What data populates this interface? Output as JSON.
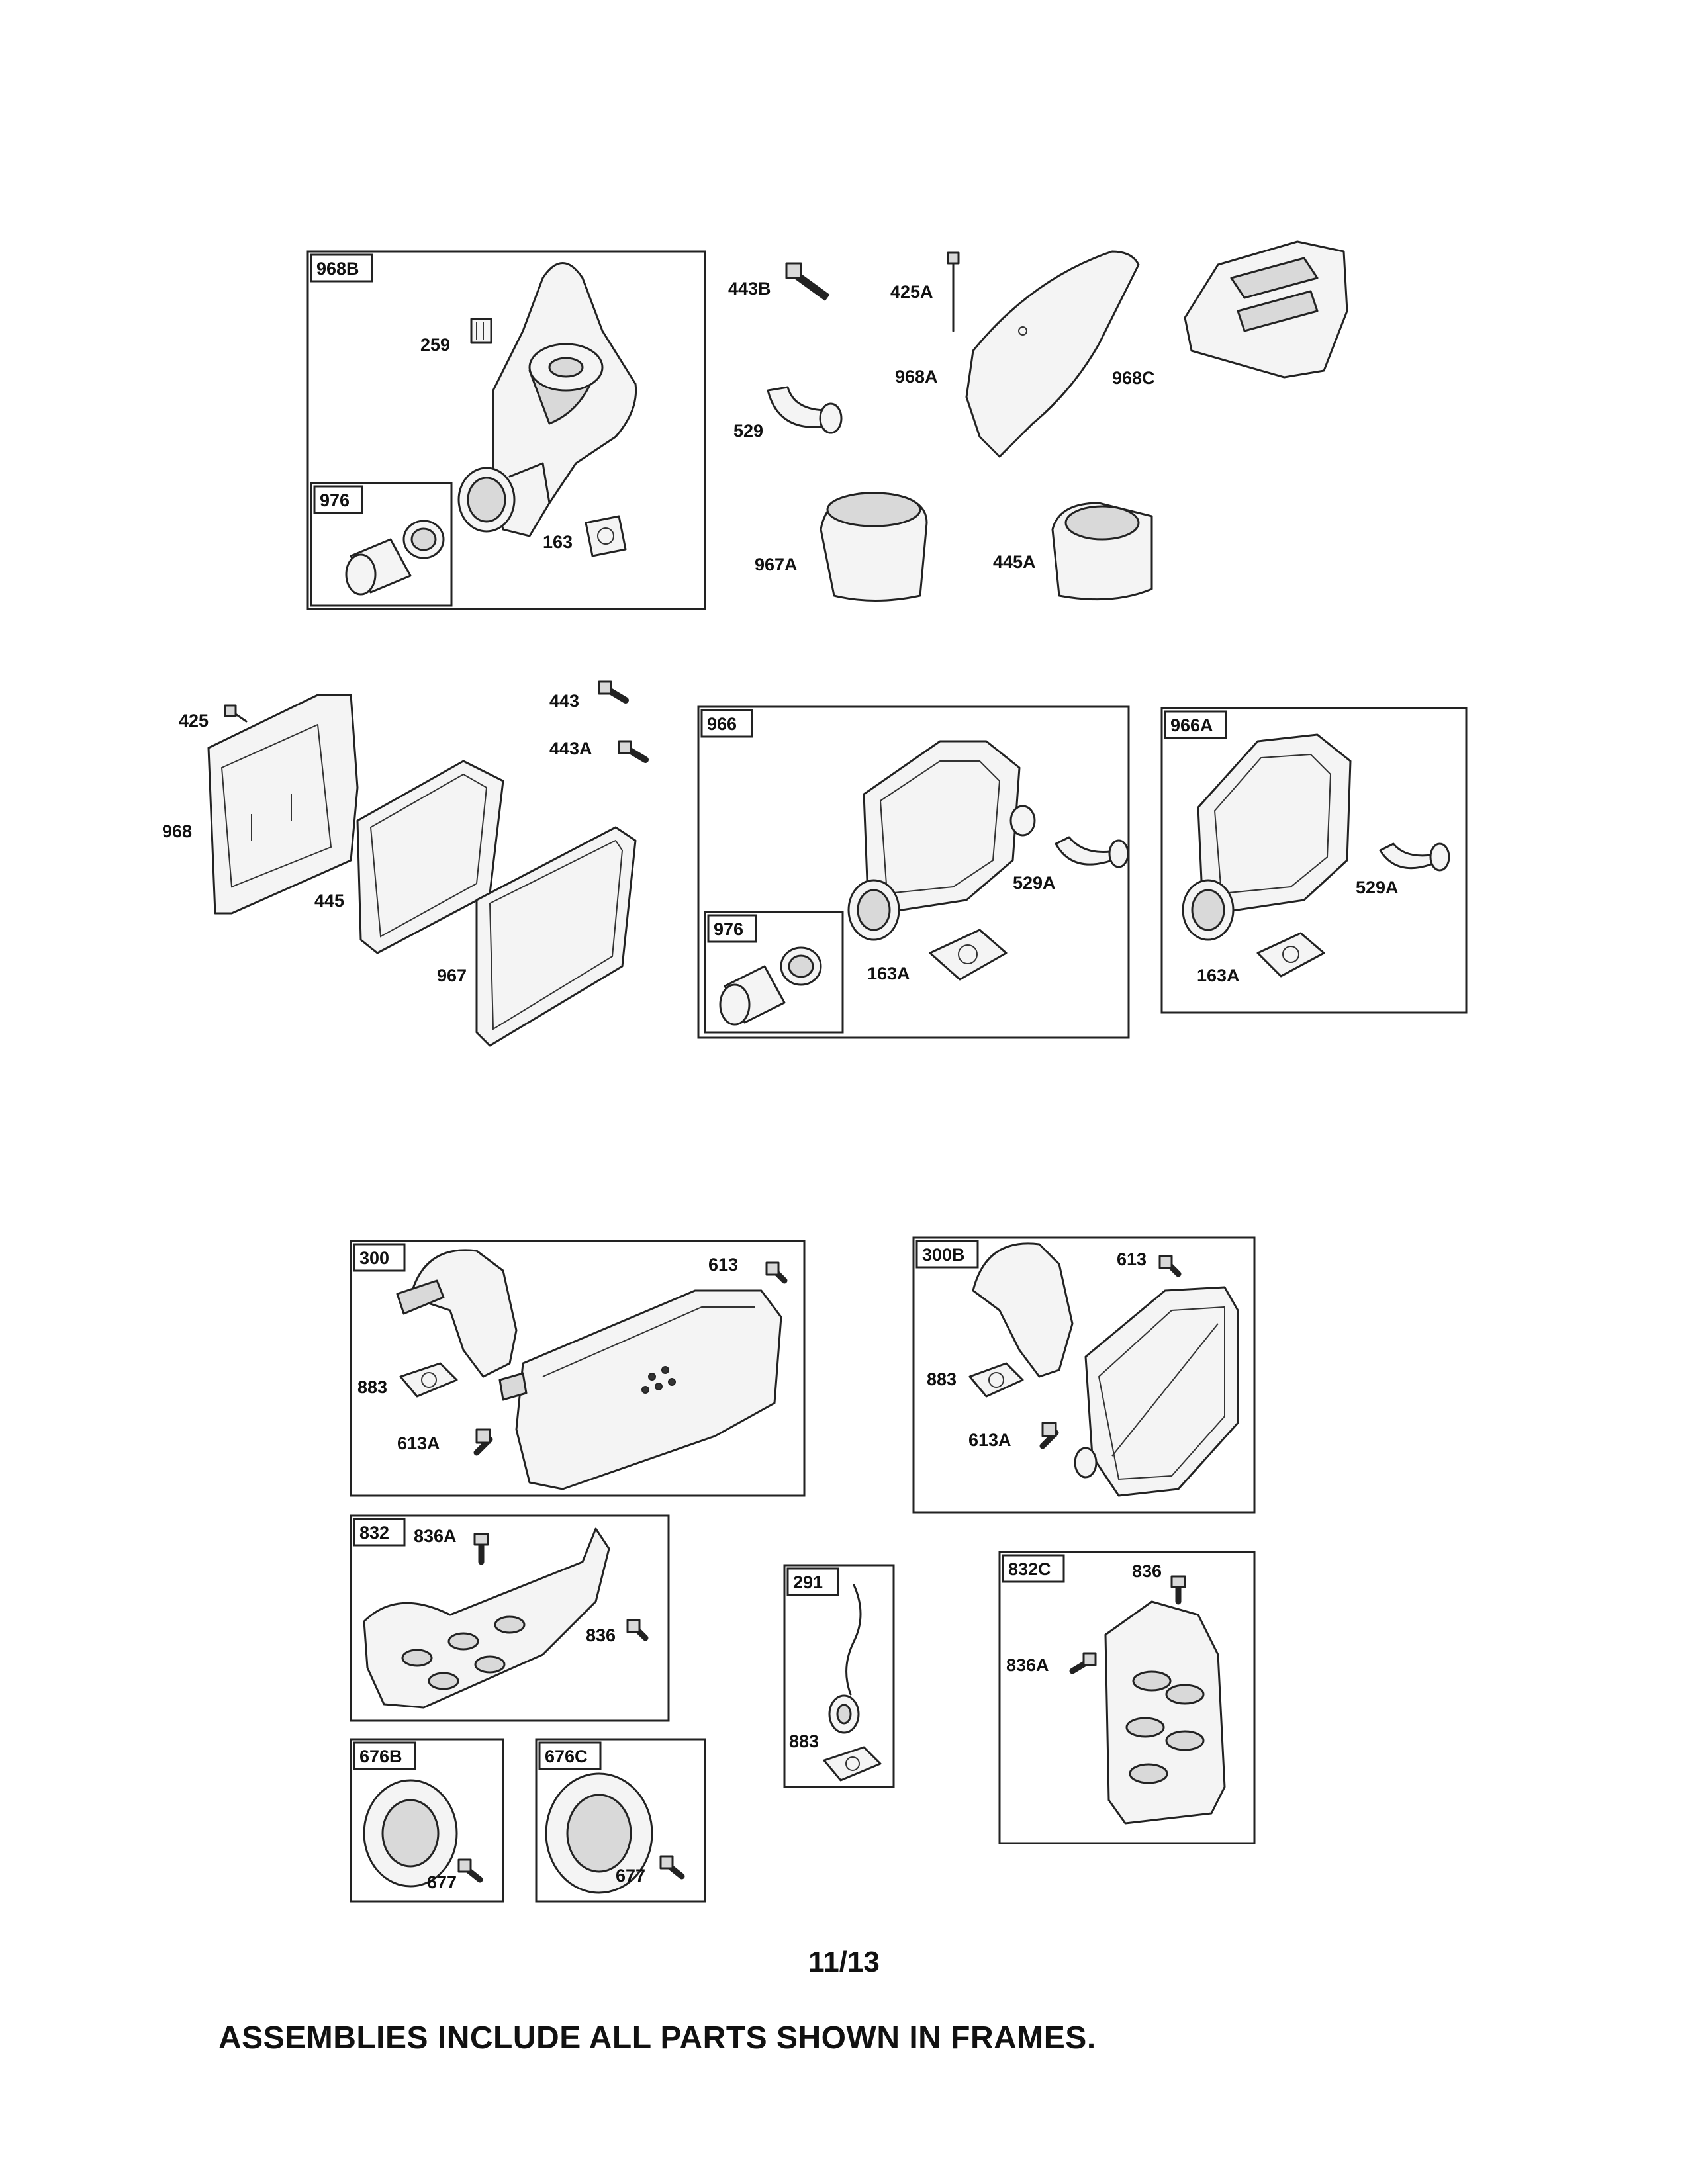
{
  "page_number": "11/13",
  "footer_note": "ASSEMBLIES INCLUDE ALL PARTS SHOWN IN FRAMES.",
  "frame_tags": {
    "f968B": "968B",
    "f976a": "976",
    "f966": "966",
    "f976b": "976",
    "f966A": "966A",
    "f300": "300",
    "f300B": "300B",
    "f832": "832",
    "f291": "291",
    "f832C": "832C",
    "f676B": "676B",
    "f676C": "676C"
  },
  "callouts": {
    "p259": "259",
    "p163": "163",
    "p443B": "443B",
    "p425A": "425A",
    "p529": "529",
    "p968A": "968A",
    "p968C": "968C",
    "p967A": "967A",
    "p445A": "445A",
    "p425": "425",
    "p443": "443",
    "p443A": "443A",
    "p968": "968",
    "p445": "445",
    "p967": "967",
    "p529A_a": "529A",
    "p163A_a": "163A",
    "p529A_b": "529A",
    "p163A_b": "163A",
    "p613_a": "613",
    "p883_a": "883",
    "p613A_a": "613A",
    "p613_b": "613",
    "p883_b": "883",
    "p613A_b": "613A",
    "p836A_a": "836A",
    "p836_a": "836",
    "p883_c": "883",
    "p836_b": "836",
    "p836A_b": "836A",
    "p677_a": "677",
    "p677_b": "677"
  }
}
